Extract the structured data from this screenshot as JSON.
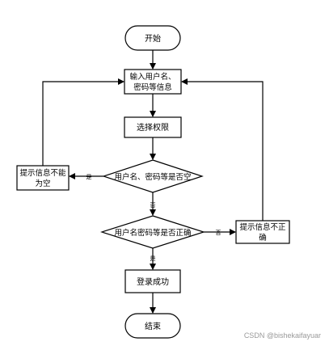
{
  "diagram": {
    "nodes": {
      "start": "开始",
      "input_line1": "输入用户名、",
      "input_line2": "密码等信息",
      "select_role": "选择权限",
      "empty_check": "用户名、密码等是否空",
      "correct_check": "用户名密码等是否正确",
      "empty_prompt_line1": "提示信息不能",
      "empty_prompt_line2": "为空",
      "wrong_prompt_line1": "提示信息不正",
      "wrong_prompt_line2": "确",
      "login_success": "登录成功",
      "end": "结束"
    },
    "edge_labels": {
      "empty_yes": "是",
      "empty_no": "否",
      "correct_no": "否",
      "correct_yes": "是"
    }
  },
  "watermark": "CSDN @bishekaifayuar"
}
